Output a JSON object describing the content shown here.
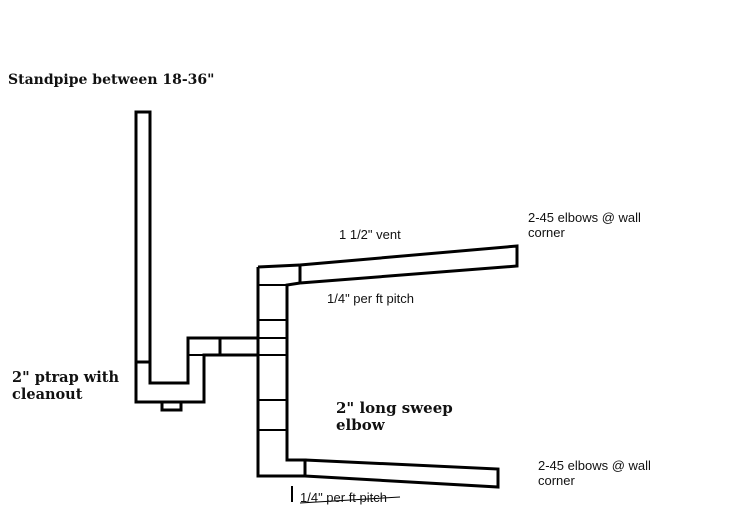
{
  "diagram": {
    "labels": {
      "standpipe": "Standpipe between 18-36\"",
      "vent": "1 1/2\" vent",
      "elbows_top_line1": "2-45 elbows @ wall",
      "elbows_top_line2": "corner",
      "pitch_top": "1/4\" per ft pitch",
      "ptrap_line1": "2\" ptrap with",
      "ptrap_line2": "cleanout",
      "sweep_line1": "2\" long sweep",
      "sweep_line2": "elbow",
      "elbows_bottom_line1": "2-45 elbows @ wall",
      "elbows_bottom_line2": "corner",
      "pitch_bottom": "1/4\" per ft pitch"
    },
    "colors": {
      "line": "#000000",
      "text": "#111111",
      "background": "#ffffff"
    }
  }
}
